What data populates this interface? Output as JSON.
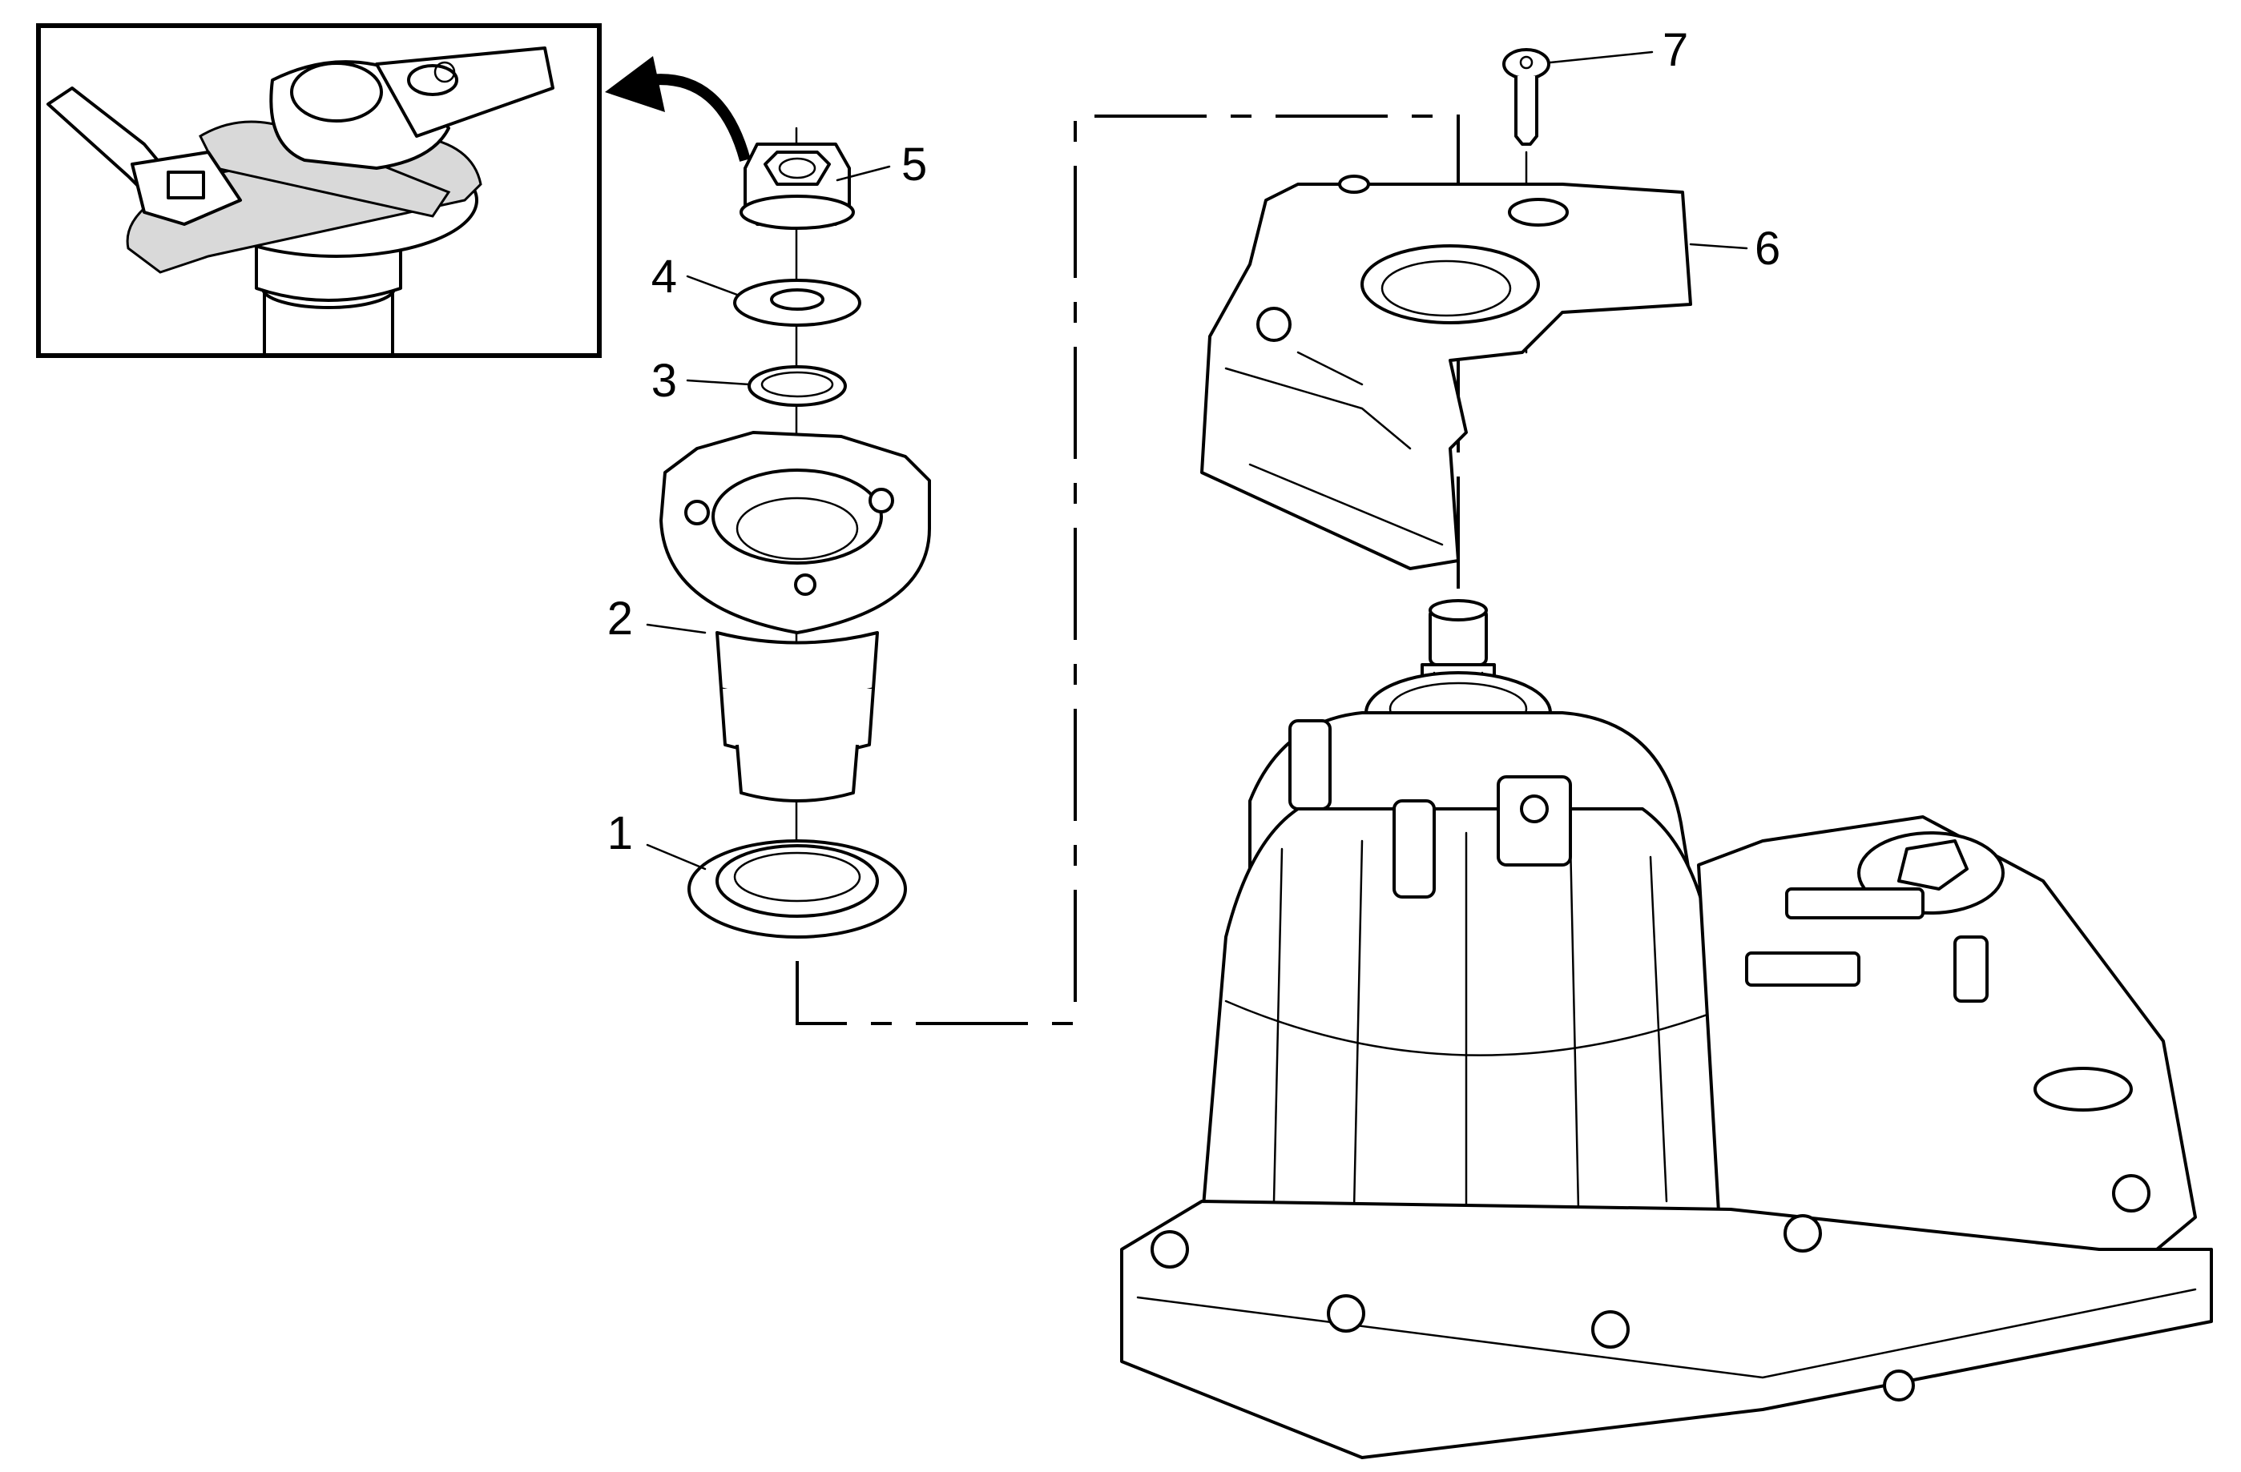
{
  "callouts": [
    {
      "id": "1",
      "label": "1"
    },
    {
      "id": "2",
      "label": "2"
    },
    {
      "id": "3",
      "label": "3"
    },
    {
      "id": "4",
      "label": "4"
    },
    {
      "id": "5",
      "label": "5"
    },
    {
      "id": "6",
      "label": "6"
    },
    {
      "id": "7",
      "label": "7"
    }
  ],
  "icons": {
    "inset": "wrench-holding-tool-icon",
    "arrow": "curved-arrow-icon"
  },
  "colors": {
    "line": "#000000",
    "background": "#ffffff",
    "shading": "#d9d9d9"
  }
}
